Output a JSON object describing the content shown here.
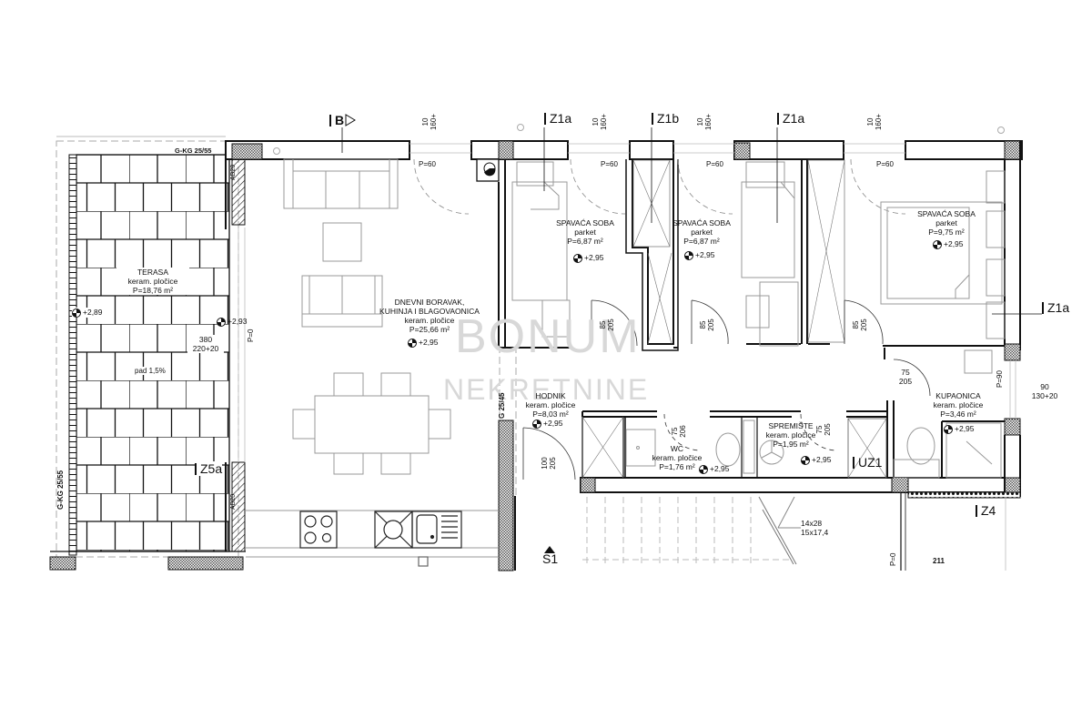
{
  "watermark": {
    "line1": "BONUM",
    "line2": "NEKRETNINE"
  },
  "section_markers": {
    "B": "B",
    "Z1a_left": "Z1a",
    "Z1b": "Z1b",
    "Z1a_mid": "Z1a",
    "Z1a_right": "Z1a",
    "Z5a": "Z5a",
    "Z4": "Z4",
    "UZ1": "UZ1",
    "S1": "S1"
  },
  "window_dims": [
    {
      "w": "10",
      "h": "160+"
    },
    {
      "w": "10",
      "h": "160+"
    },
    {
      "w": "10",
      "h": "160+"
    },
    {
      "w": "10",
      "h": "160+"
    }
  ],
  "rooms": {
    "terasa": {
      "name": "TERASA",
      "floor": "keram. pločice",
      "area": "P=18,76 m²",
      "level_left": "+2,89",
      "level_right": "+2,93",
      "slope": "pad 1,5%"
    },
    "dnevni": {
      "name1": "DNEVNI BORAVAK,",
      "name2": "KUHINJA I BLAGOVAONICA",
      "floor": "keram. pločice",
      "area": "P=25,66 m²",
      "level": "+2,95"
    },
    "soba1": {
      "name": "SPAVAĆA SOBA",
      "floor": "parket",
      "area": "P=6,87 m²",
      "level": "+2,95"
    },
    "soba2": {
      "name": "SPAVAĆA SOBA",
      "floor": "parket",
      "area": "P=6,87 m²",
      "level": "+2,95"
    },
    "soba3": {
      "name": "SPAVAĆA SOBA",
      "floor": "parket",
      "area": "P=9,75 m²",
      "level": "+2,95"
    },
    "hodnik": {
      "name": "HODNIK",
      "floor": "keram. pločice",
      "area": "P=8,03 m²",
      "level": "+2,95"
    },
    "wc": {
      "name": "WC",
      "floor": "keram. pločice",
      "area": "P=1,76 m²",
      "level": "+2,95"
    },
    "spremiste": {
      "name": "SPREMIŠTE",
      "floor": "keram. pločice",
      "area": "P=1,95 m²",
      "level": "+2,95"
    },
    "kupaonica": {
      "name": "KUPAONICA",
      "floor": "keram. pločice",
      "area": "P=3,46 m²",
      "level": "+2,95"
    }
  },
  "annotations": {
    "gkg_top": "G-KG 25/55",
    "gkg_left": "G-KG 25/55",
    "g_25_45": "G 25/45",
    "p60": "P=60",
    "p0": "P=0",
    "p90": "P=90",
    "dim_terasa_1": "380",
    "dim_terasa_2": "220+20",
    "dim_door_85": "85",
    "dim_door_205": "205",
    "dim_hodnik_100": "100",
    "dim_hodnik_205": "205",
    "dim_wc_75": "75",
    "dim_wc_206": "206",
    "dim_spr_75": "75",
    "dim_spr_205": "205",
    "dim_kup_75": "75",
    "dim_kup_205": "205",
    "dim_win_90": "90",
    "dim_win_130": "130+20",
    "stair_1": "14x28",
    "stair_2": "15x17,4",
    "dim_211": "211",
    "wall_label": "AB20"
  }
}
